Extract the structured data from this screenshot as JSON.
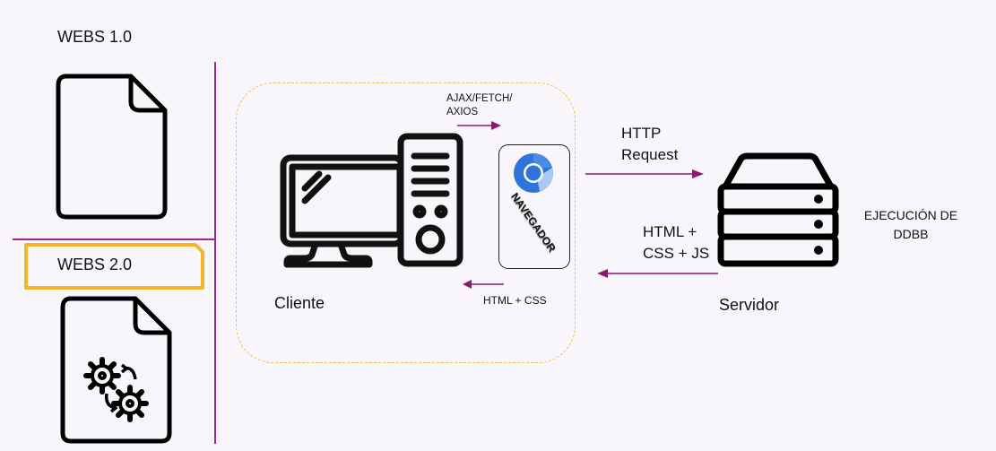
{
  "sections": {
    "webs1": {
      "label": "WEBS 1.0"
    },
    "webs2": {
      "label": "WEBS 2.0"
    }
  },
  "client": {
    "label": "Cliente",
    "ajax_label_line1": "AJAX/FETCH/",
    "ajax_label_line2": "AXIOS",
    "html_css_label": "HTML + CSS",
    "browser_label": "NAVEGADOR"
  },
  "flows": {
    "request_line1": "HTTP",
    "request_line2": "Request",
    "response_line1": "HTML +",
    "response_line2": "CSS + JS"
  },
  "server": {
    "label": "Servidor",
    "db_line1": "EJECUCIÓN DE",
    "db_line2": "DDBB"
  },
  "colors": {
    "divider": "#8b1a7a",
    "arrow": "#8b1a6e",
    "highlight": "#f3b62b",
    "client_border": "#f2c04a",
    "browser_blue": "#2a6fd6"
  }
}
